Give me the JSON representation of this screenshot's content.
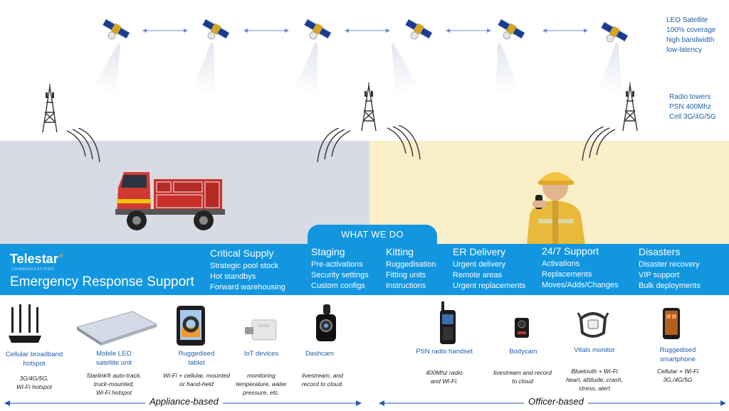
{
  "satellite_info": [
    "LEO Satellite",
    "100% coverage",
    "high bandwidth",
    "low-latency"
  ],
  "tower_info": [
    "Radio towers",
    "PSN 400Mhz",
    "Cell 3G/4G/5G"
  ],
  "tab_label": "WHAT WE DO",
  "brand": {
    "name": "Telestar",
    "tagline": "COMMUNICATIONS",
    "title": "Emergency Response Support"
  },
  "services": [
    {
      "heading": "Critical Supply",
      "items": [
        "Strategic pool stock",
        "Hot standbys",
        "Forward warehousing"
      ]
    },
    {
      "heading": "Staging",
      "items": [
        "Pre-activations",
        "Security settings",
        "Custom configs"
      ]
    },
    {
      "heading": "Kitting",
      "items": [
        "Ruggedisation",
        "Fitting units",
        "Instructions"
      ]
    },
    {
      "heading": "ER Delivery",
      "items": [
        "Urgent delivery",
        "Remote areas",
        "Urgent replacements"
      ]
    },
    {
      "heading": "24/7 Support",
      "items": [
        "Activations",
        "Replacements",
        "Moves/Adds/Changes"
      ]
    },
    {
      "heading": "Disasters",
      "items": [
        "Disaster recovery",
        "VIP support",
        "Bulk deployments"
      ]
    }
  ],
  "devices": [
    {
      "name": [
        "Cellular broadband",
        "hotspot"
      ],
      "desc": [
        "3G/4G/5G,",
        "Wi-Fi hotspot"
      ],
      "icon": "router-icon"
    },
    {
      "name": [
        "Mobile LEO",
        "satellite unit"
      ],
      "desc": [
        "Starlink® auto-track,",
        "truck-mounted,",
        "Wi-Fi hotspot"
      ],
      "icon": "satellite-dish-icon"
    },
    {
      "name": [
        "Ruggedised",
        "tablet"
      ],
      "desc": [
        "Wi-Fi + cellular, mounted",
        "or hand-held"
      ],
      "icon": "tablet-icon"
    },
    {
      "name": [
        "IoT devices"
      ],
      "desc": [
        "monitoring",
        "temperature, water",
        "pressure, etc."
      ],
      "icon": "sensor-icon"
    },
    {
      "name": [
        "Dashcam"
      ],
      "desc": [
        "livestream, and",
        "record to cloud."
      ],
      "icon": "dashcam-icon"
    },
    {
      "name": [
        "PSN radio handset"
      ],
      "desc": [
        "400Mhz radio",
        "and Wi-Fi."
      ],
      "icon": "radio-handset-icon"
    },
    {
      "name": [
        "Bodycam"
      ],
      "desc": [
        "livestream and record",
        "to cloud"
      ],
      "icon": "bodycam-icon"
    },
    {
      "name": [
        "Vitals monitor"
      ],
      "desc": [
        "Bluetooth + Wi-Fi",
        "heart, attitude, crash,",
        "stress, alert"
      ],
      "icon": "vitals-monitor-icon"
    },
    {
      "name": [
        "Ruggedised",
        "smartphone"
      ],
      "desc": [
        "Cellular + Wi-Fi",
        "3G,/4G/5G"
      ],
      "icon": "smartphone-icon"
    }
  ],
  "groups": {
    "left": "Appliance-based",
    "right": "Officer-based"
  },
  "colors": {
    "band": "#1296e0",
    "label_blue": "#1f5fa8",
    "grey_bg": "#d8dbe3",
    "yellow_bg": "#fbefc9"
  }
}
